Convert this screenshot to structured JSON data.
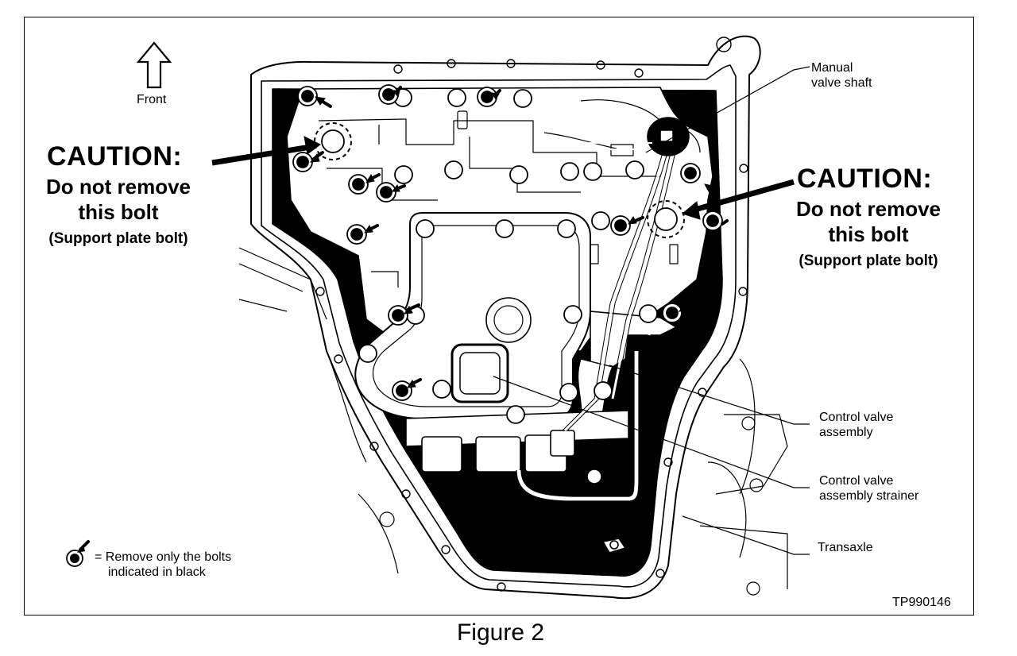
{
  "figure": {
    "caption": "Figure 2",
    "code": "TP990146"
  },
  "orientation": {
    "label": "Front",
    "icon": "up-arrow-icon"
  },
  "caution_left": {
    "title": "CAUTION:",
    "line1": "Do not remove",
    "line2": "this bolt",
    "note": "(Support plate bolt)"
  },
  "caution_right": {
    "title": "CAUTION:",
    "line1": "Do not remove",
    "line2": "this bolt",
    "note": "(Support plate bolt)"
  },
  "callouts": {
    "manual_valve_shaft": [
      "Manual",
      "valve shaft"
    ],
    "control_valve_assembly": [
      "Control valve",
      "assembly"
    ],
    "control_valve_strainer": [
      "Control valve",
      "assembly strainer"
    ],
    "transaxle": [
      "Transaxle"
    ]
  },
  "legend": {
    "symbol": "black-bolt-with-arrow-icon",
    "line1": "= Remove only the bolts",
    "line2": "indicated in black"
  }
}
